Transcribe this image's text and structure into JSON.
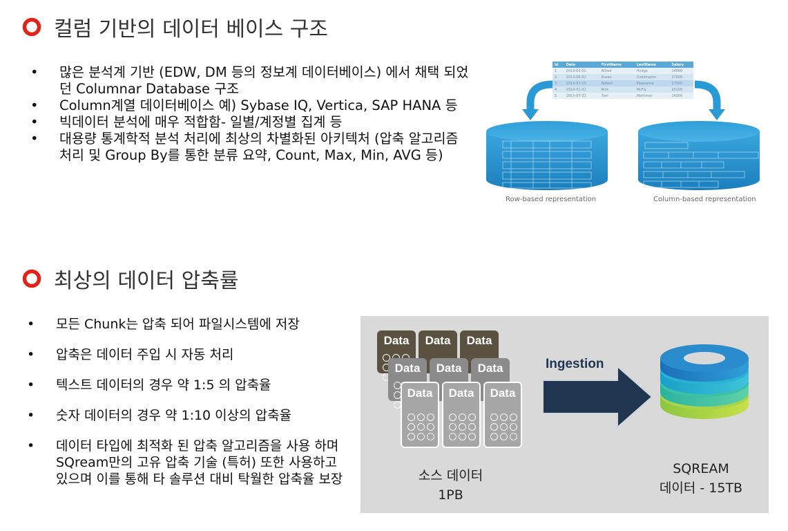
{
  "section1": {
    "title": "컬럼 기반의 데이터 베이스 구조",
    "bullets": [
      "많은 분석계 기반 (EDW, DM 등의 정보계 데이터베이스) 에서 채택 되었던 Columnar Database 구조",
      "Column계열 데이터베이스 예) Sybase IQ, Vertica, SAP HANA 등",
      "빅데이터 분석에 매우 적합함- 일별/계정별 집계 등",
      "대용량 통계학적 분석 처리에 최상의 차별화된 아키텍처 (압축 알고리즘 처리 및 Group By를 통한 분류 요약, Count, Max, Min, AVG 등)"
    ]
  },
  "diagram_top": {
    "table": {
      "headers": [
        "Id",
        "Date",
        "FirstName",
        "LastName",
        "Salary"
      ],
      "rows": [
        [
          "1",
          "2013-03-01",
          "Alfred",
          "Hodge",
          "14000"
        ],
        [
          "2",
          "2013-06-02",
          "Susan",
          "Coddington",
          "17000"
        ],
        [
          "3",
          "2013-07-15",
          "Robert",
          "Pleasance",
          "17500"
        ],
        [
          "4",
          "2014-01-01",
          "Rick",
          "McFly",
          "16100"
        ],
        [
          "5",
          "2015-07-21",
          "Tom",
          "Mortimer",
          "14300"
        ]
      ]
    },
    "row_caption": "Row-based representation",
    "column_caption": "Column-based representation"
  },
  "section2": {
    "title": "최상의 데이터 압축률",
    "bullets": [
      "모든 Chunk는 압축 되어 파일시스템에 저장",
      "압축은 데이터 주입 시 자동 처리",
      "텍스트 데이터의 경우 약 1:5 의 압축율",
      "숫자 데이터의 경우 약 1:10 이상의 압축율",
      "데이터 타입에 최적화 된 압축 알고리즘을 사용 하며 SQream만의 고유 압축 기술 (특허) 또한  사용하고 있으며 이를 통해 타 솔루션 대비 탁월한 압축율 보장"
    ]
  },
  "diagram_bottom": {
    "chunk_label": "Data",
    "arrow_label": "Ingestion",
    "source_label": "소스 데이터",
    "source_size": "1PB",
    "target_label": "SQREAM",
    "target_size": "데이터 - 15TB"
  },
  "colors": {
    "accent_ring": "#e2231a",
    "cylinder_blue": "#2a9ad6",
    "arrow_navy": "#1f3550",
    "panel_gray": "#d9d9d9"
  }
}
